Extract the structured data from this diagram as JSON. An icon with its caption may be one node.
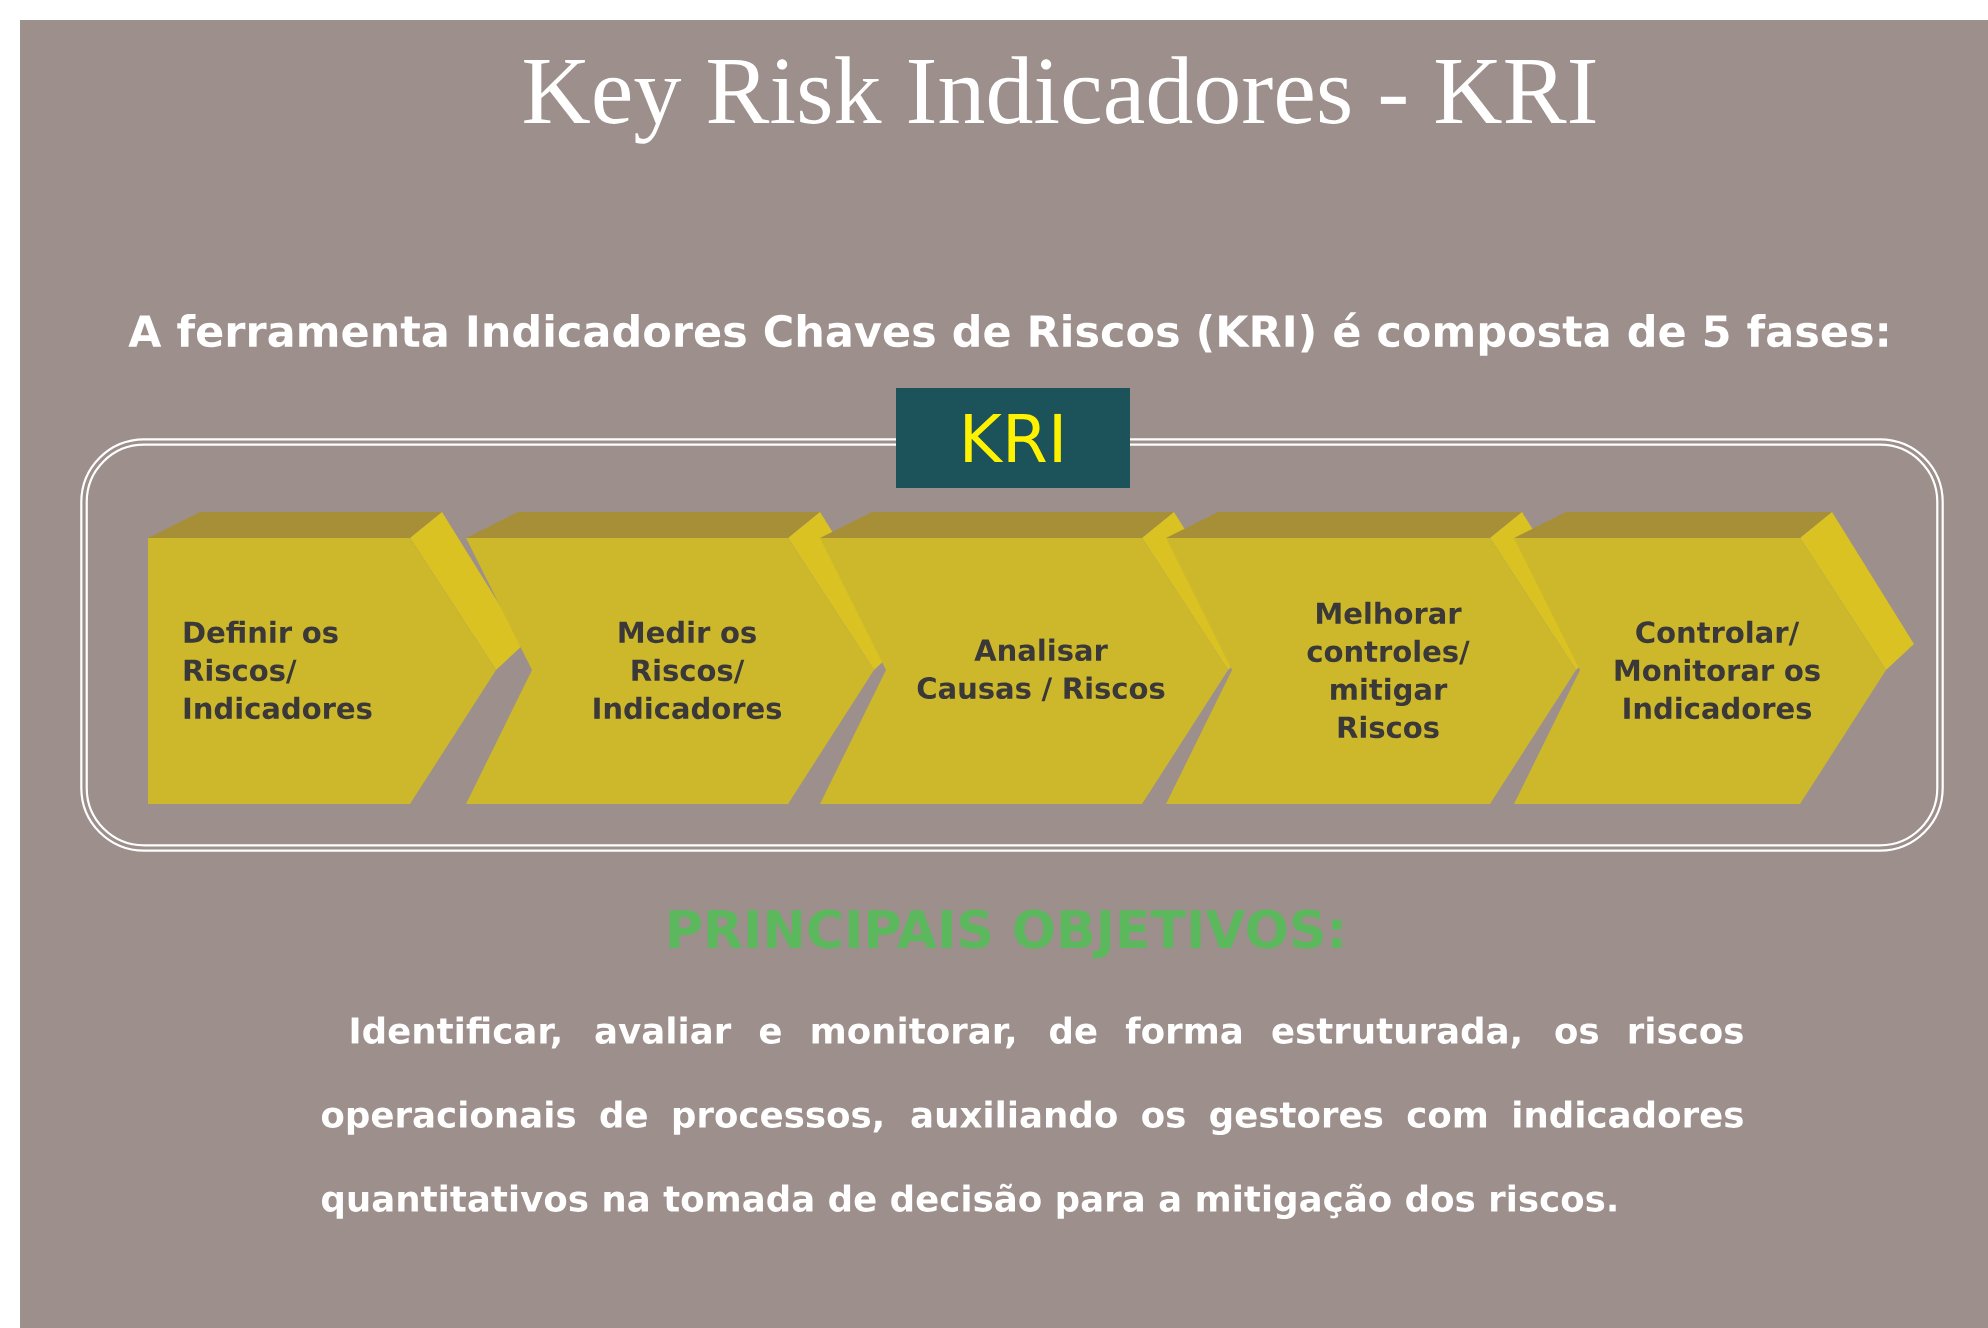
{
  "diagram": {
    "title": "Key Risk Indicadores - KRI",
    "nodes": [
      {
        "text": [
          "KRI"
        ]
      },
      {
        "text": [
          "Definir os Riscos/ Indicadores"
        ],
        "in": 0
      },
      {
        "text": [
          "Medir os Riscos/ Indicadores"
        ],
        "in": 0
      },
      {
        "text": [
          "Analisar Causas / Riscos"
        ],
        "in": 0
      },
      {
        "text": [
          "Melhorar controles/ mitigar Riscos"
        ],
        "in": 0
      },
      {
        "text": [
          "Controlar/ Monitorar os Indicadores"
        ],
        "in": 0
      }
    ],
    "labels": [
      "A ferramenta Indicadores Chaves de Riscos (KRI) é composta de 5 fases:",
      "PRINCIPAIS OBJETIVOS:",
      "Identificar, avaliar e monitorar, de forma estruturada, os riscos operacionais de processos, auxiliando os gestores com indicadores quantitativos na tomada de decisão para a mitigação dos riscos."
    ]
  }
}
